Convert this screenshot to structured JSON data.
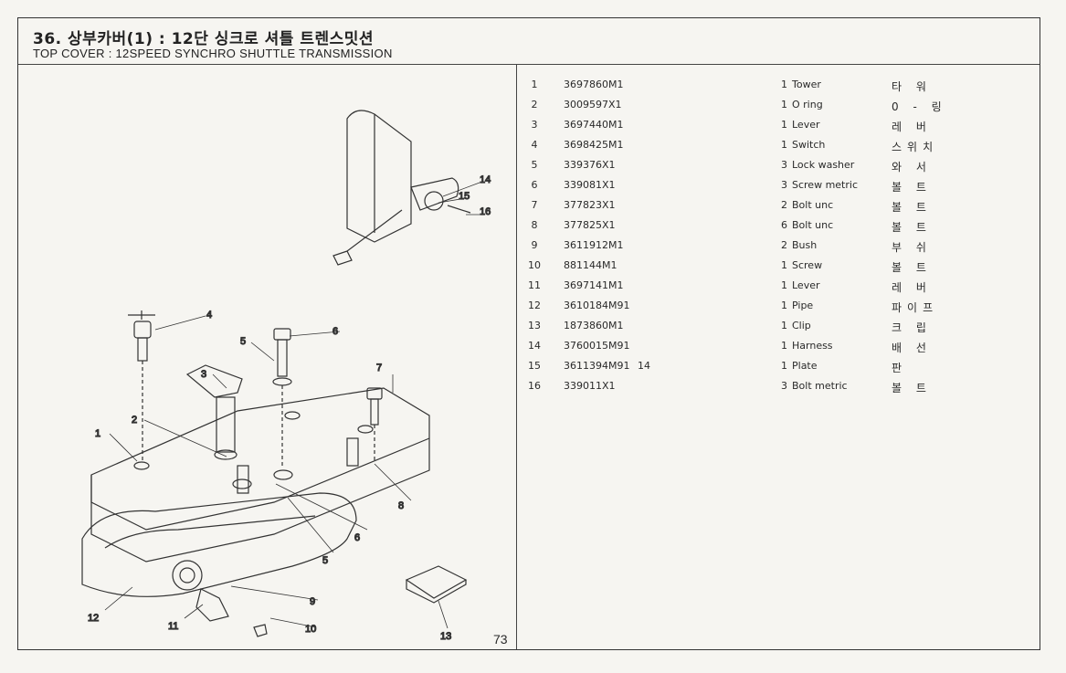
{
  "header": {
    "title_ko": "36. 상부카버(1) : 12단 싱크로 셔틀 트렌스밋션",
    "title_en": "TOP COVER : 12SPEED SYNCHRO SHUTTLE TRANSMISSION"
  },
  "page_number": "73",
  "callouts": [
    "14",
    "15",
    "16",
    "4",
    "6",
    "5",
    "3",
    "7",
    "2",
    "1",
    "8",
    "6",
    "5",
    "9",
    "12",
    "11",
    "10",
    "13"
  ],
  "parts": [
    {
      "no": "1",
      "part": "3697860M1",
      "ref": "",
      "qty": "1",
      "name": "Tower",
      "ko": "타 워"
    },
    {
      "no": "2",
      "part": "3009597X1",
      "ref": "",
      "qty": "1",
      "name": "O ring",
      "ko": "0 - 링"
    },
    {
      "no": "3",
      "part": "3697440M1",
      "ref": "",
      "qty": "1",
      "name": "Lever",
      "ko": "레 버"
    },
    {
      "no": "4",
      "part": "3698425M1",
      "ref": "",
      "qty": "1",
      "name": "Switch",
      "ko": "스위치"
    },
    {
      "no": "5",
      "part": "339376X1",
      "ref": "",
      "qty": "3",
      "name": "Lock washer",
      "ko": "와 서"
    },
    {
      "no": "6",
      "part": "339081X1",
      "ref": "",
      "qty": "3",
      "name": "Screw metric",
      "ko": "볼 트"
    },
    {
      "no": "7",
      "part": "377823X1",
      "ref": "",
      "qty": "2",
      "name": "Bolt unc",
      "ko": "볼 트"
    },
    {
      "no": "8",
      "part": "377825X1",
      "ref": "",
      "qty": "6",
      "name": "Bolt unc",
      "ko": "볼 트"
    },
    {
      "no": "9",
      "part": "3611912M1",
      "ref": "",
      "qty": "2",
      "name": "Bush",
      "ko": "부 쉬"
    },
    {
      "no": "10",
      "part": "881144M1",
      "ref": "",
      "qty": "1",
      "name": "Screw",
      "ko": "볼 트"
    },
    {
      "no": "11",
      "part": "3697141M1",
      "ref": "",
      "qty": "1",
      "name": "Lever",
      "ko": "레 버"
    },
    {
      "no": "12",
      "part": "3610184M91",
      "ref": "",
      "qty": "1",
      "name": "Pipe",
      "ko": "파이프"
    },
    {
      "no": "13",
      "part": "1873860M1",
      "ref": "",
      "qty": "1",
      "name": "Clip",
      "ko": "크 립"
    },
    {
      "no": "14",
      "part": "3760015M91",
      "ref": "",
      "qty": "1",
      "name": "Harness",
      "ko": "배 선"
    },
    {
      "no": "15",
      "part": "3611394M91",
      "ref": "14",
      "qty": "1",
      "name": "Plate",
      "ko": "판"
    },
    {
      "no": "16",
      "part": "339011X1",
      "ref": "",
      "qty": "3",
      "name": "Bolt metric",
      "ko": "볼 트"
    }
  ]
}
